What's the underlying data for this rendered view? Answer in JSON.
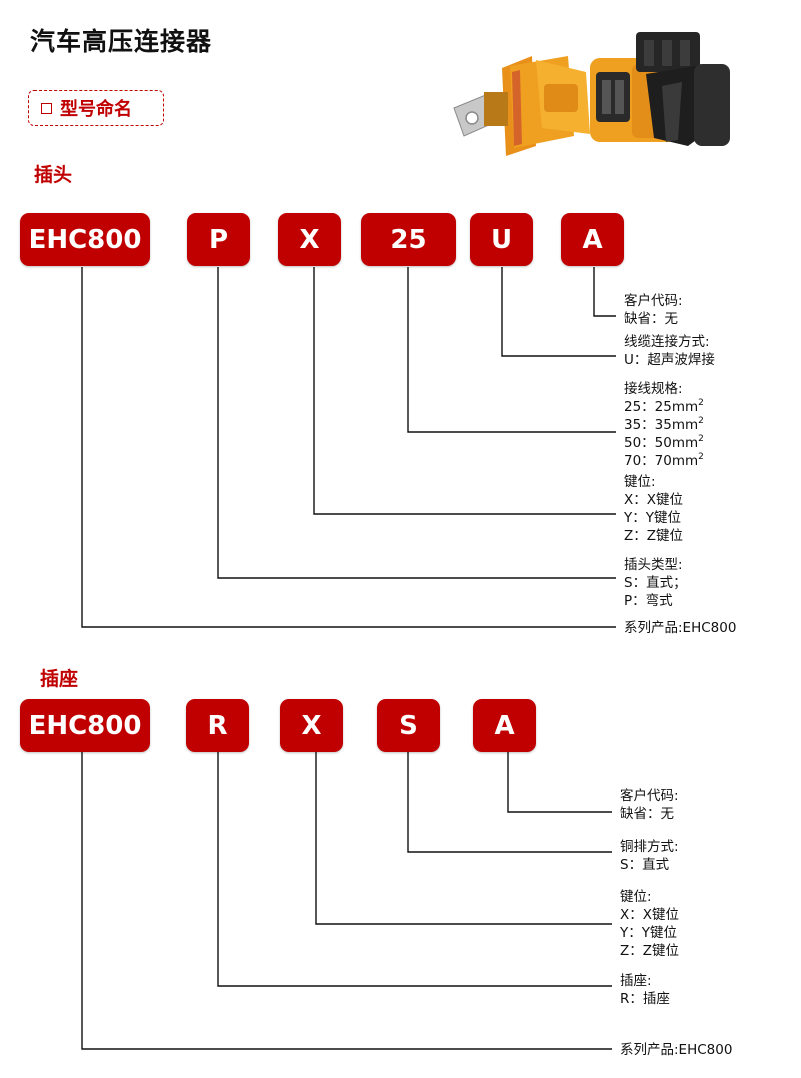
{
  "title": "汽车高压连接器",
  "badge": "型号命名",
  "plug": {
    "heading": "插头",
    "codes": [
      "EHC800",
      "P",
      "X",
      "25",
      "U",
      "A"
    ],
    "descriptions": [
      {
        "lines": [
          "客户代码:",
          "缺省：无"
        ]
      },
      {
        "lines": [
          "线缆连接方式:",
          "U：超声波焊接"
        ]
      },
      {
        "lines": [
          "接线规格:",
          "25：25mm",
          "35：35mm",
          "50：50mm",
          "70：70mm"
        ],
        "sup": "2"
      },
      {
        "lines": [
          "键位:",
          "X：X键位",
          "Y：Y键位",
          "Z：Z键位"
        ]
      },
      {
        "lines": [
          "插头类型:",
          "S：直式；",
          "P：弯式"
        ]
      },
      {
        "lines": [
          "系列产品:EHC800"
        ]
      }
    ]
  },
  "socket": {
    "heading": "插座",
    "codes": [
      "EHC800",
      "R",
      "X",
      "S",
      "A"
    ],
    "descriptions": [
      {
        "lines": [
          "客户代码:",
          "缺省：无"
        ]
      },
      {
        "lines": [
          "铜排方式:",
          "S：直式"
        ]
      },
      {
        "lines": [
          "键位:",
          "X：X键位",
          "Y：Y键位",
          "Z：Z键位"
        ]
      },
      {
        "lines": [
          "插座:",
          "R：插座"
        ]
      },
      {
        "lines": [
          "系列产品:EHC800"
        ]
      }
    ]
  },
  "colors": {
    "brand_red": "#c00000",
    "connector_orange": "#f0a020",
    "connector_dark": "#2a2a2a"
  }
}
